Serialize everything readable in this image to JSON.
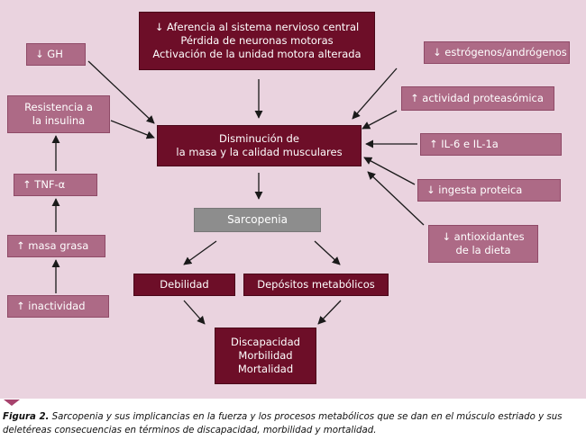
{
  "diagram": {
    "top_box": "↓ Aferencia al sistema nervioso central\nPérdida de neuronas motoras\nActivación de la unidad motora alterada",
    "center_box": "Disminución de\nla masa y la calidad musculares",
    "sarcopenia": "Sarcopenia",
    "debilidad": "Debilidad",
    "depositos": "Depósitos metabólicos",
    "outcome": "Discapacidad\nMorbilidad\nMortalidad",
    "left_boxes": {
      "gh": "↓ GH",
      "resistencia": "Resistencia a\nla insulina",
      "tnf": "↑ TNF-α",
      "masa_grasa": "↑ masa grasa",
      "inactividad": "↑ inactividad"
    },
    "right_boxes": {
      "estrogenos": "↓ estrógenos/andrógenos",
      "proteasomica": "↑ actividad proteasómica",
      "il6": "↑ IL-6 e IL-1a",
      "ingesta": "↓ ingesta proteica",
      "antioxidantes": "↓ antioxidantes\nde la dieta"
    }
  },
  "caption": {
    "label": "Figura 2.",
    "text": " Sarcopenia y sus implicancias en la fuerza y los procesos metabólicos que se dan en el músculo estriado y sus deletéreas consecuencias en términos de discapacidad, morbilidad y mortalidad."
  },
  "colors": {
    "background": "#ead3df",
    "dark_box": "#6d0e28",
    "pink_box": "#ad6a86",
    "gray_box": "#8d8d8d",
    "caption_marker": "#a7436d"
  }
}
